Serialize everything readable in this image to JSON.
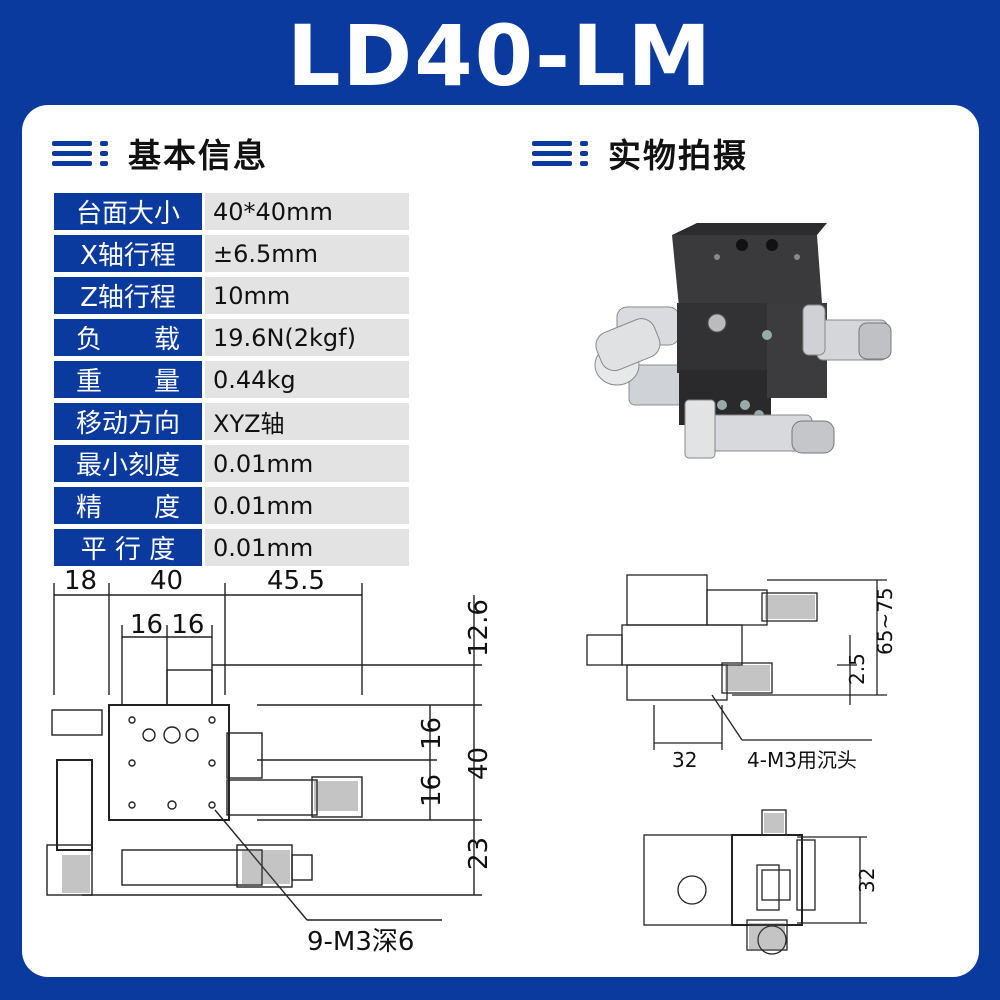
{
  "title": "LD40-LM",
  "sections": {
    "basic_info": "基本信息",
    "photo": "实物拍摄"
  },
  "specs": [
    {
      "label": "台面大小",
      "value": "40*40mm"
    },
    {
      "label": "X轴行程",
      "value": "±6.5mm"
    },
    {
      "label": "Z轴行程",
      "value": "10mm"
    },
    {
      "label": "负　　载",
      "value": "19.6N(2kgf)"
    },
    {
      "label": "重　　量",
      "value": "0.44kg"
    },
    {
      "label": "移动方向",
      "value": "XYZ轴"
    },
    {
      "label": "最小刻度",
      "value": " 0.01mm"
    },
    {
      "label": "精　　度",
      "value": " 0.01mm"
    },
    {
      "label": "平 行 度",
      "value": " 0.01mm"
    }
  ],
  "drawing_left": {
    "dim_top": [
      "18",
      "40",
      "45.5"
    ],
    "dim_inner": "16 16",
    "dim_right": [
      "12.6",
      "16",
      "16",
      "40",
      "23"
    ],
    "callout": "9-M3深6"
  },
  "drawing_right": {
    "dim_range": "65~75",
    "dim_small": "2.5",
    "dim_bottom": "32",
    "callout": "4-M3用沉头",
    "dim_side": "32"
  },
  "colors": {
    "brand": "#0a3a9e",
    "panel": "#ffffff",
    "cell": "#e3e3e3"
  }
}
